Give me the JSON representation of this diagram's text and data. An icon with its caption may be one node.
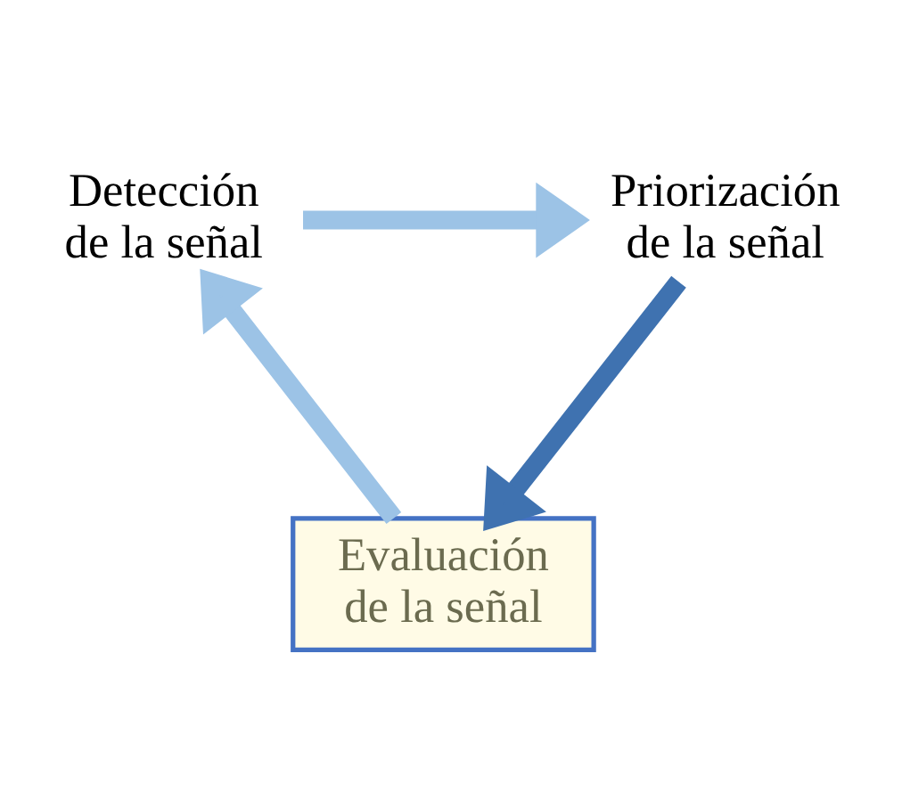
{
  "diagram": {
    "nodes": [
      {
        "text": [
          "Detección de la señal"
        ]
      },
      {
        "text": [
          "Priorización de la señal"
        ]
      },
      {
        "text": [
          "Evaluación de la señal"
        ]
      }
    ],
    "edges": [
      {
        "from": 0,
        "to": 1,
        "arrow": "to"
      },
      {
        "from": 1,
        "to": 2,
        "arrow": "to",
        "color": "#3f72b0"
      },
      {
        "from": 2,
        "to": 0,
        "arrow": "to"
      }
    ]
  }
}
